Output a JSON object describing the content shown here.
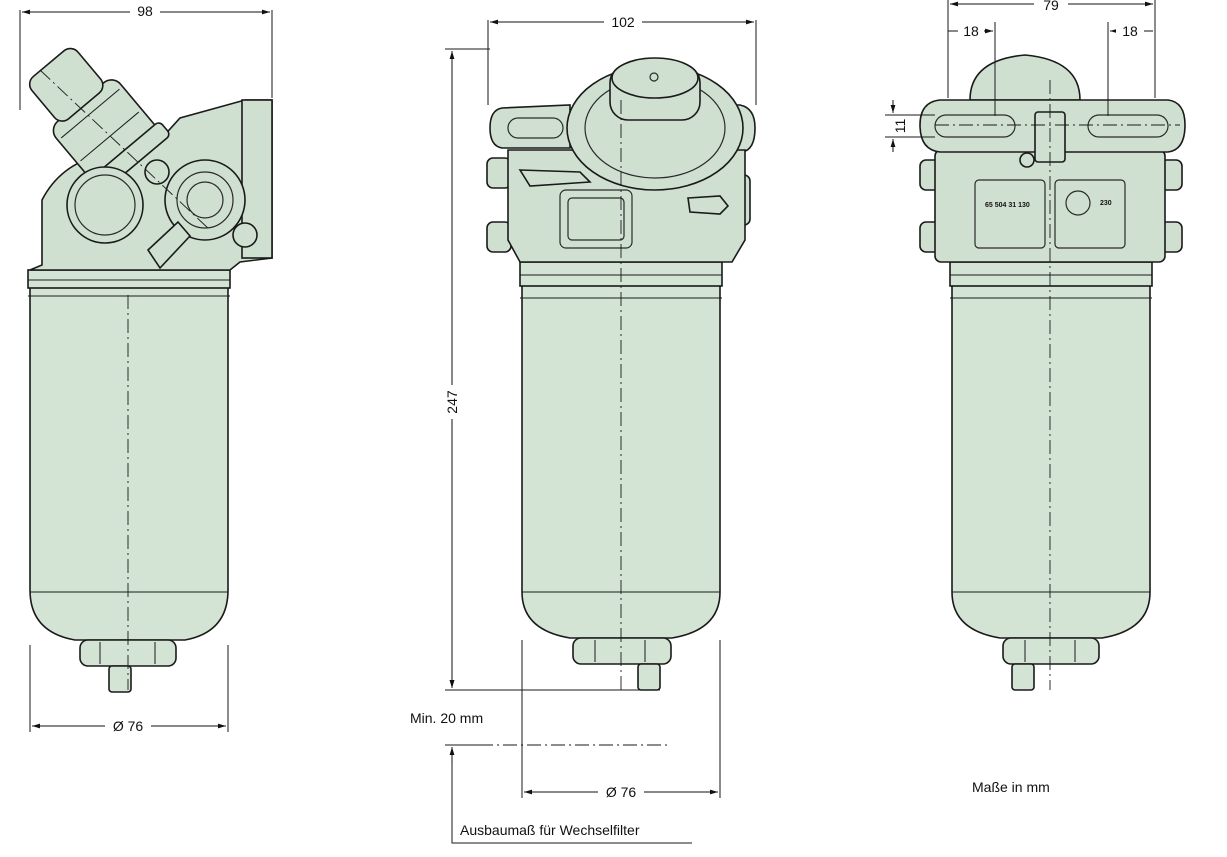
{
  "dimensions": {
    "left_view": {
      "width": "98",
      "diameter": "Ø 76"
    },
    "middle_view": {
      "width": "102",
      "height": "247",
      "min_clearance": "Min. 20 mm",
      "diameter": "Ø 76",
      "note": "Ausbaumaß für Wechselfilter"
    },
    "right_view": {
      "width": "79",
      "slot_left": "18",
      "slot_right": "18",
      "slot_height": "11",
      "part_number": "65 504 31 130",
      "marking": "230"
    }
  },
  "units_note": "Maße in mm",
  "colors": {
    "body": "#d3e4d5",
    "outline": "#1a1a1a"
  }
}
